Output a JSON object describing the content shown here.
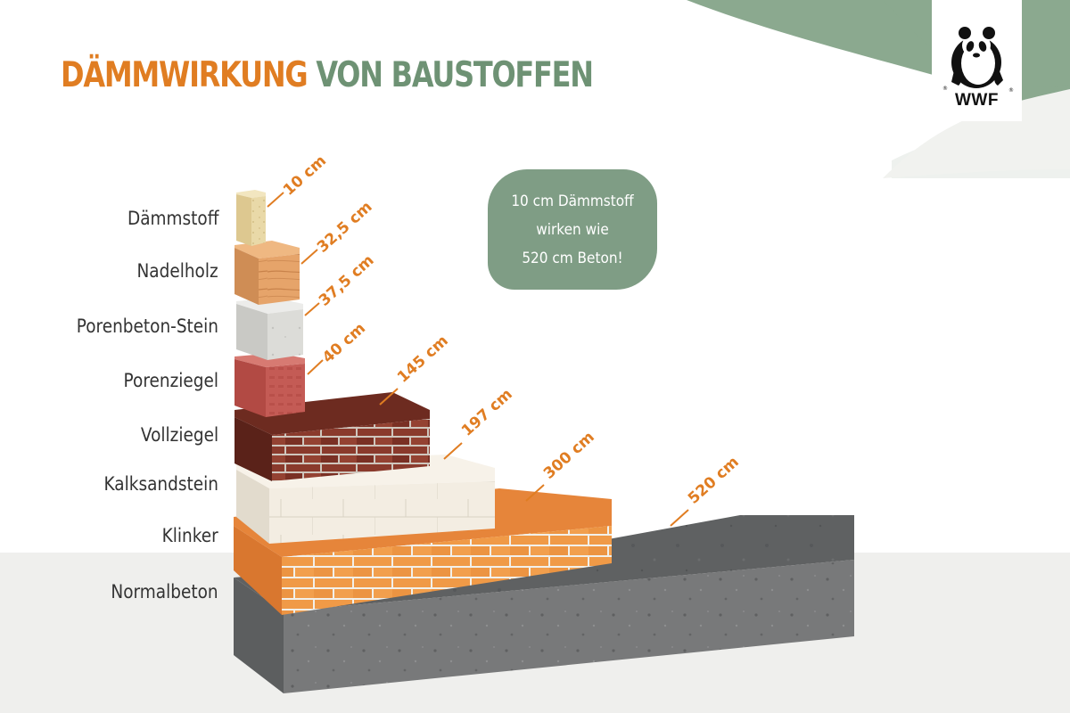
{
  "title": {
    "part1": "DÄMMWIRKUNG",
    "part2": "VON BAUSTOFFEN"
  },
  "logo": {
    "text": "WWF",
    "icon": "panda-icon"
  },
  "callout": {
    "line1": "10 cm Dämmstoff",
    "line2": "wirken wie",
    "line3": "520 cm Beton!"
  },
  "colors": {
    "orange": "#e07d22",
    "green": "#6e9274",
    "callout": "#7f9d85"
  },
  "materials": [
    {
      "name": "Dämmstoff",
      "thickness_cm": 10,
      "thickness_label": "10 cm"
    },
    {
      "name": "Nadelholz",
      "thickness_cm": 32.5,
      "thickness_label": "32,5 cm"
    },
    {
      "name": "Porenbeton-Stein",
      "thickness_cm": 37.5,
      "thickness_label": "37,5 cm"
    },
    {
      "name": "Porenziegel",
      "thickness_cm": 40,
      "thickness_label": "40 cm"
    },
    {
      "name": "Vollziegel",
      "thickness_cm": 145,
      "thickness_label": "145 cm"
    },
    {
      "name": "Kalksandstein",
      "thickness_cm": 197,
      "thickness_label": "197 cm"
    },
    {
      "name": "Klinker",
      "thickness_cm": 300,
      "thickness_label": "300 cm"
    },
    {
      "name": "Normalbeton",
      "thickness_cm": 520,
      "thickness_label": "520 cm"
    }
  ]
}
